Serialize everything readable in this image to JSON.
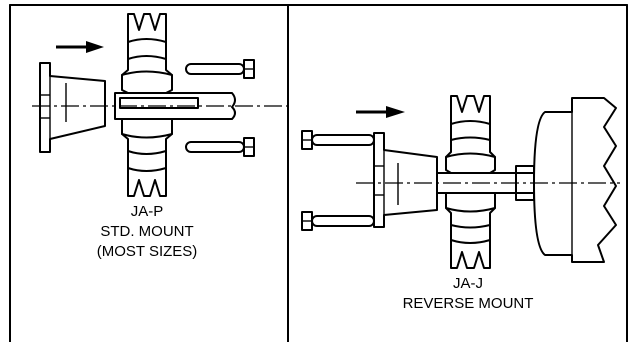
{
  "left_panel": {
    "label_line1": "JA-P",
    "label_line2": "STD. MOUNT",
    "label_line3": "(MOST SIZES)"
  },
  "right_panel": {
    "label_line1": "JA-J",
    "label_line2": "REVERSE MOUNT"
  }
}
